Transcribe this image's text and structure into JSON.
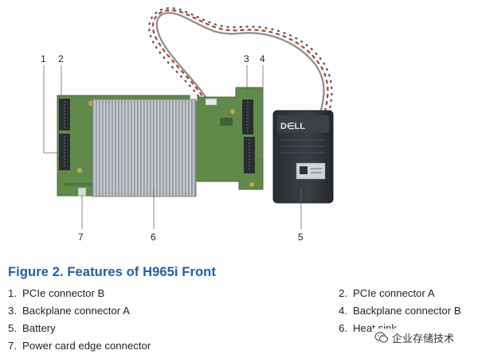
{
  "figure": {
    "callouts": [
      "1",
      "2",
      "3",
      "4",
      "5",
      "6",
      "7"
    ],
    "battery_logo": "D∈LL",
    "colors": {
      "pcb": "#5f8a4a",
      "heatsink": "#c4c8cc",
      "connector": "#2a2e33",
      "battery": "#2f3337",
      "cable_gray": "#8a8a8a",
      "cable_red": "#c0392b"
    }
  },
  "caption": "Figure 2. Features of H965i Front",
  "legend": [
    {
      "num": "1.",
      "label": "PCIe connector B"
    },
    {
      "num": "2.",
      "label": "PCIe connector A"
    },
    {
      "num": "3.",
      "label": "Backplane connector A"
    },
    {
      "num": "4.",
      "label": "Backplane connector B"
    },
    {
      "num": "5.",
      "label": "Battery"
    },
    {
      "num": "6.",
      "label": "Heat sink"
    },
    {
      "num": "7.",
      "label": "Power card edge connector"
    }
  ],
  "watermark": {
    "text": "企业存储技术",
    "icon": "wechat-icon"
  }
}
